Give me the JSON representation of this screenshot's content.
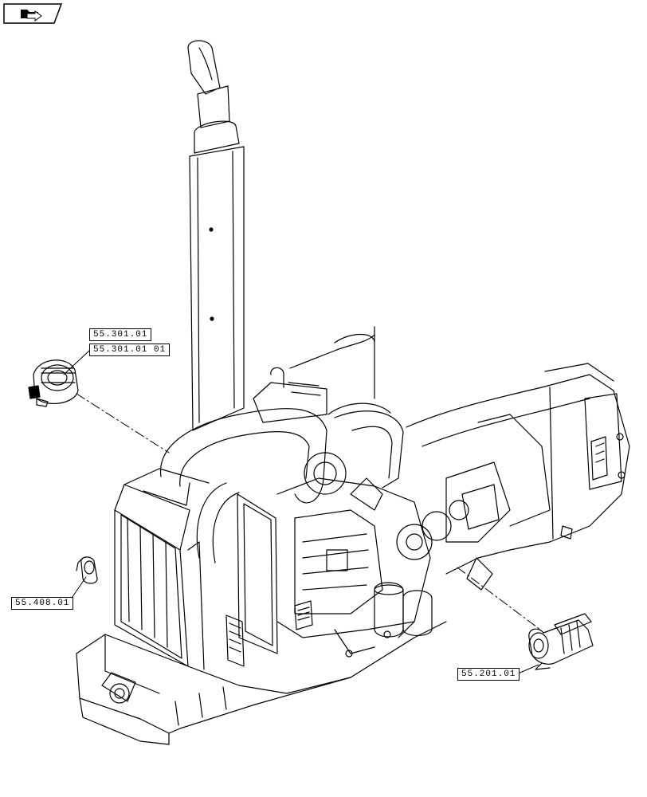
{
  "diagram": {
    "nav_icon": "folder-arrow-icon",
    "callouts": {
      "alternator_a": "55.301.01",
      "alternator_b": "55.301.01 01",
      "sensor": "55.408.01",
      "starter": "55.201.01"
    },
    "components": [
      "exhaust-stack",
      "alternator",
      "starter-motor",
      "sensor",
      "radiator",
      "engine",
      "transmission",
      "frame"
    ]
  }
}
